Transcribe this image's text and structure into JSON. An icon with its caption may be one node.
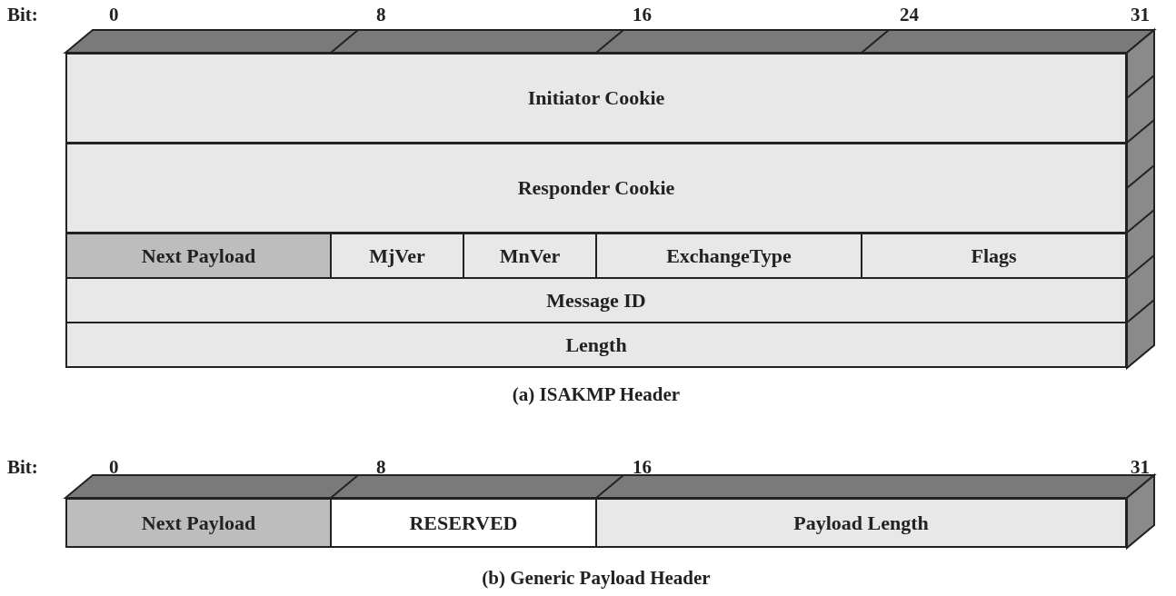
{
  "diagram": {
    "nodes": [
      {
        "text": [
          "Initiator Cookie"
        ]
      },
      {
        "text": [
          "Responder Cookie"
        ]
      },
      {
        "text": [
          "Next Payload"
        ]
      },
      {
        "text": [
          "MjVer"
        ]
      },
      {
        "text": [
          "MnVer"
        ]
      },
      {
        "text": [
          "ExchangeType"
        ]
      },
      {
        "text": [
          "Flags"
        ]
      },
      {
        "text": [
          "Message ID"
        ]
      },
      {
        "text": [
          "Length"
        ]
      },
      {
        "text": [
          "Next Payload"
        ]
      },
      {
        "text": [
          "RESERVED"
        ]
      },
      {
        "text": [
          "Payload Length"
        ]
      }
    ],
    "labels": [
      "Bit:",
      "0",
      "8",
      "16",
      "24",
      "31",
      "(a) ISAKMP Header",
      "Bit:",
      "0",
      "8",
      "16",
      "31",
      "(b) Generic Payload Header"
    ]
  }
}
